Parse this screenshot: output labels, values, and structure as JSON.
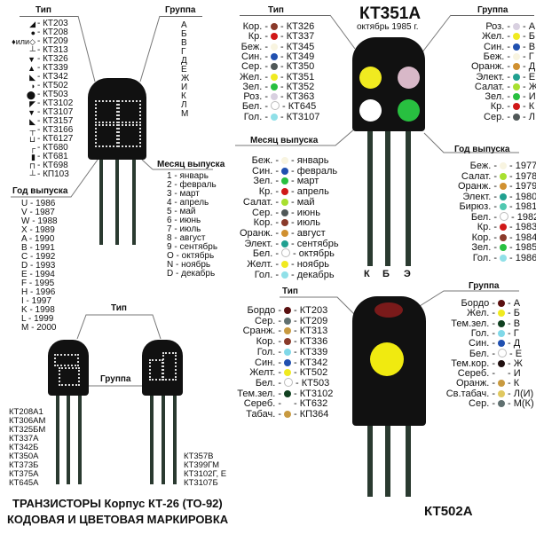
{
  "s1": {
    "type_label": "Тип",
    "group_label": "Группа",
    "month_label": "Месяц выпуска",
    "year_label": "Год выпуска",
    "types": [
      [
        "◢",
        "- КТ203"
      ],
      [
        "●",
        "- КТ208"
      ],
      [
        "♦или◇",
        "- КТ209"
      ],
      [
        "┴",
        "- КТ313"
      ],
      [
        "▼",
        "- КТ326"
      ],
      [
        "▲",
        "- КТ339"
      ],
      [
        "◣",
        "- КТ342"
      ],
      [
        "◗",
        "- КТ502"
      ],
      [
        "⬤",
        "- КТ503"
      ],
      [
        "◤",
        "- КТ3102"
      ],
      [
        "▼",
        "- КТ3107"
      ],
      [
        "◣",
        "- КТ3157"
      ],
      [
        "┬",
        "- КТ3166"
      ],
      [
        "⊔",
        "- КТ6127"
      ],
      [
        "┌",
        "- КТ680"
      ],
      [
        "▮",
        "- КТ681"
      ],
      [
        "⊓",
        "- КТ698"
      ],
      [
        "┴",
        "- КП103"
      ]
    ],
    "groups": [
      "А",
      "Б",
      "В",
      "Г",
      "Д",
      "Е",
      "Ж",
      "И",
      "К",
      "Л",
      "М"
    ],
    "months": [
      "1 - январь",
      "2 - февраль",
      "3 - март",
      "4 - апрель",
      "5 - май",
      "6 - июнь",
      "7 - июль",
      "8 - август",
      "9 - сентябрь",
      "O - октябрь",
      "N - ноябрь",
      "D - декабрь"
    ],
    "years": [
      "U - 1986",
      "V - 1987",
      "W - 1988",
      "X - 1989",
      "A - 1990",
      "B - 1991",
      "C - 1992",
      "D - 1993",
      "E - 1994",
      "F - 1995",
      "H - 1996",
      "I  - 1997",
      "K - 1998",
      "L - 1999",
      "M - 2000"
    ]
  },
  "s2": {
    "type_label": "Тип",
    "group_label": "Группа",
    "left_list": [
      "КТ208А1",
      "КТ306АМ",
      "КТ325БМ",
      "КТ337А",
      "КТ342Б",
      "КТ350А",
      "КТ373Б",
      "КТ375А",
      "КТ645А"
    ],
    "right_list": [
      "КТ357В",
      "КТ399ГМ",
      "КТ3102Г, Е",
      "КТ3107Б"
    ],
    "title1": "ТРАНЗИСТОРЫ  Корпус КТ-26 (ТО-92)",
    "title2": "КОДОВАЯ И ЦВЕТОВАЯ МАРКИРОВКА"
  },
  "s3": {
    "title": "КТ351А",
    "subtitle": "октябрь 1985 г.",
    "type_label": "Тип",
    "group_label": "Группа",
    "month_label": "Месяц выпуска",
    "year_label": "Год выпуска",
    "pins": [
      "К",
      "Б",
      "Э"
    ],
    "types": [
      [
        "Кор. -",
        "#8a3a2a",
        "- КТ326"
      ],
      [
        "Кр. -",
        "#d01818",
        "- КТ337"
      ],
      [
        "Беж. -",
        "#f8f4e0",
        "- КТ345"
      ],
      [
        "Син. -",
        "#2050b0",
        "- КТ349"
      ],
      [
        "Сер. -",
        "#505858",
        "- КТ350"
      ],
      [
        "Жел. -",
        "#f0ea20",
        "- КТ351"
      ],
      [
        "Зел. -",
        "#28c040",
        "- КТ352"
      ],
      [
        "Роз. -",
        "#d8d0e0",
        "- КТ363"
      ],
      [
        "Бел. -",
        "#ffffff",
        "- КТ645"
      ],
      [
        "Гол. -",
        "#90e0e8",
        "- КТ3107"
      ]
    ],
    "groups": [
      [
        "Роз. -",
        "#d8d0e0",
        "- А"
      ],
      [
        "Жел. -",
        "#f0ea20",
        "- Б"
      ],
      [
        "Син. -",
        "#2050b0",
        "- В"
      ],
      [
        "Беж. -",
        "#f8f4e0",
        "- Г"
      ],
      [
        "Оранж. -",
        "#d09030",
        "- Д"
      ],
      [
        "Элект. -",
        "#20a090",
        "- Е"
      ],
      [
        "Салат. -",
        "#a8e030",
        "- Ж"
      ],
      [
        "Зел. -",
        "#28c040",
        "- И"
      ],
      [
        "Кр. -",
        "#d01818",
        "- К"
      ],
      [
        "Сер. -",
        "#505858",
        "- Л"
      ]
    ],
    "months": [
      [
        "Беж. -",
        "#f8f4e0",
        "- январь"
      ],
      [
        "Син. -",
        "#2050b0",
        "- февраль"
      ],
      [
        "Зел. -",
        "#28c040",
        "- март"
      ],
      [
        "Кр. -",
        "#d01818",
        "- апрель"
      ],
      [
        "Салат. -",
        "#a8e030",
        "- май"
      ],
      [
        "Сер. -",
        "#505858",
        "- июнь"
      ],
      [
        "Кор. -",
        "#8a3a2a",
        "- июль"
      ],
      [
        "Оранж. -",
        "#d09030",
        "- август"
      ],
      [
        "Элект. -",
        "#20a090",
        "- сентябрь"
      ],
      [
        "Бел. -",
        "#ffffff",
        "- октябрь"
      ],
      [
        "Желт. -",
        "#f0ea20",
        "- ноябрь"
      ],
      [
        "Гол. -",
        "#90e0e8",
        "- декабрь"
      ]
    ],
    "years": [
      [
        "Беж. -",
        "#f8f4e0",
        "- 1977"
      ],
      [
        "Салат. -",
        "#a8e030",
        "- 1978"
      ],
      [
        "Оранж. -",
        "#d09030",
        "- 1979"
      ],
      [
        "Элект. -",
        "#20a090",
        "- 1980"
      ],
      [
        "Бирюз. -",
        "#50c8b0",
        "- 1981"
      ],
      [
        "Бел. -",
        "#ffffff",
        "- 1982"
      ],
      [
        "Кр. -",
        "#d01818",
        "- 1983"
      ],
      [
        "Кор. -",
        "#8a3a2a",
        "- 1984"
      ],
      [
        "Зел. -",
        "#28c040",
        "- 1985"
      ],
      [
        "Гол. -",
        "#90e0e8",
        "- 1986"
      ]
    ],
    "body_dots": [
      "#f0ea20",
      "#d8b8c8",
      "#ffffff",
      "#28c040"
    ]
  },
  "s4": {
    "title": "КТ502А",
    "type_label": "Тип",
    "group_label": "Группа",
    "types": [
      [
        "Бордо -",
        "#5a1010",
        "- КТ203"
      ],
      [
        "Сер. -",
        "#607070",
        "- КТ209"
      ],
      [
        "Cранж. -",
        "#c89a40",
        "- КТ313"
      ],
      [
        "Кор. -",
        "#8a3a2a",
        "- КТ336"
      ],
      [
        "Гол. -",
        "#80d8e8",
        "- КТ339"
      ],
      [
        "Син. -",
        "#2050b0",
        "- КТ342"
      ],
      [
        "Желт. -",
        "#f0ea20",
        "- КТ502"
      ],
      [
        "Бел. -",
        "#ffffff",
        "- КТ503"
      ],
      [
        "Тем.зел. -",
        "#104020",
        "- КТ3102"
      ],
      [
        "Сереб. -",
        "#ffffff00",
        "- КТ632"
      ],
      [
        "Табач. -",
        "#c89a40",
        "- КП364"
      ]
    ],
    "groups": [
      [
        "Бордо -",
        "#5a1010",
        "- А"
      ],
      [
        "Жел. -",
        "#f0ea20",
        "- Б"
      ],
      [
        "Тем.зел. -",
        "#104020",
        "- В"
      ],
      [
        "Гол. -",
        "#80d8e8",
        "- Г"
      ],
      [
        "Син. -",
        "#2050b0",
        "- Д"
      ],
      [
        "Бел. -",
        "#ffffff",
        "- Е"
      ],
      [
        "Тем.кор. -",
        "#201010",
        "- Ж"
      ],
      [
        "Сереб. -",
        "#ffffff00",
        "- И"
      ],
      [
        "Оранж. -",
        "#c89a40",
        "- К"
      ],
      [
        "Св.табач. -",
        "#e0c860",
        "- Л(И)"
      ],
      [
        "Сер. -",
        "#607070",
        "- М(К)"
      ]
    ],
    "body_colors": [
      "#7a1a1a",
      "#f0ea10"
    ]
  }
}
